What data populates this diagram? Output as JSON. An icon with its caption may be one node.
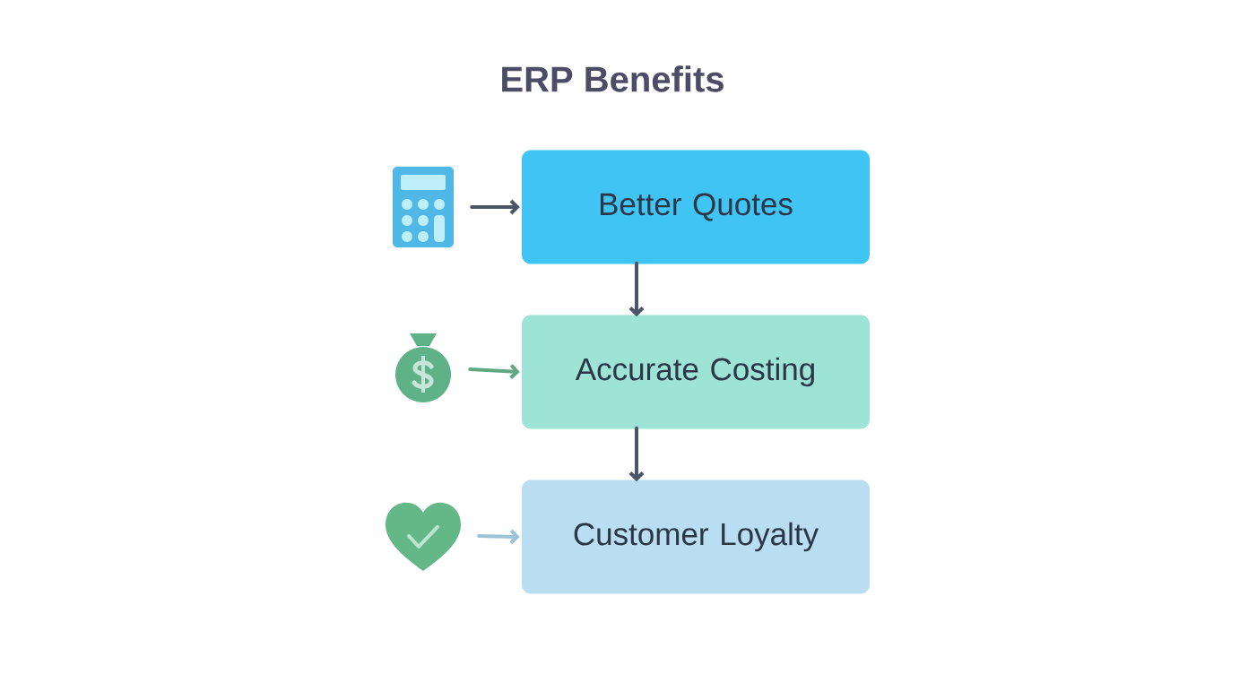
{
  "diagram": {
    "title": "ERP Benefits",
    "nodes": [
      {
        "text": [
          "Better Quotes"
        ]
      },
      {
        "text": [
          "Accurate Costing"
        ]
      },
      {
        "text": [
          "Customer Loyalty"
        ]
      },
      {
        "text": [],
        "shape": "calculator"
      },
      {
        "text": [],
        "shape": "bag"
      },
      {
        "text": [],
        "shape": "heart"
      }
    ],
    "edges": [
      {
        "from": 0,
        "to": 1,
        "arrow": "to"
      },
      {
        "from": 1,
        "to": 2,
        "arrow": "to"
      },
      {
        "from": 3,
        "to": 0,
        "arrow": "to"
      },
      {
        "from": 4,
        "to": 1,
        "arrow": "to",
        "color": "#5fa882"
      },
      {
        "from": 5,
        "to": 2,
        "arrow": "to",
        "color": "#9cc4d6"
      }
    ]
  }
}
